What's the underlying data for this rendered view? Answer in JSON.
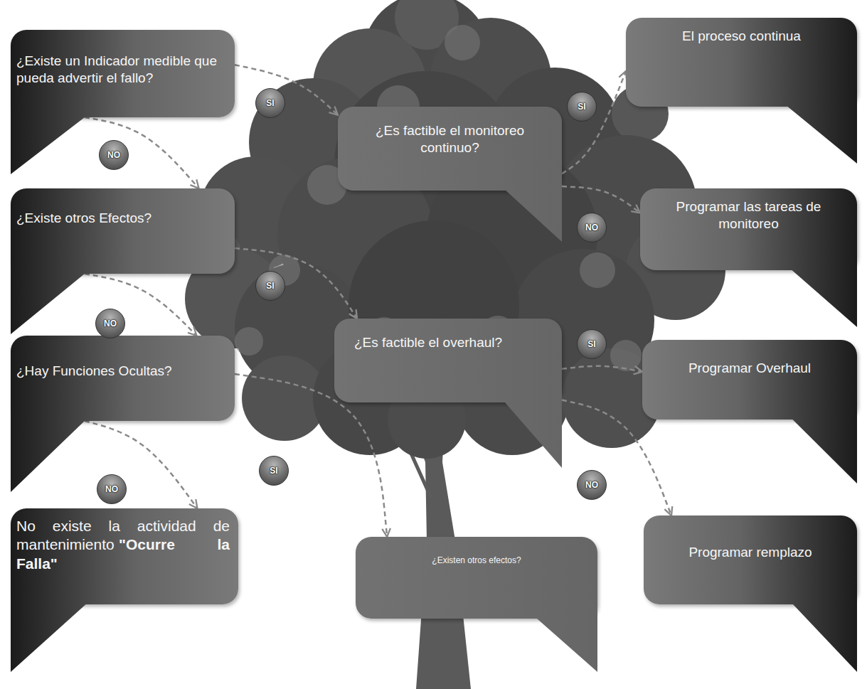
{
  "diagram": {
    "nodes": [
      {
        "text": [
          "¿Existe un Indicador medible que pueda advertir el fallo?"
        ]
      },
      {
        "text": [
          "¿Es factible el monitoreo continuo?"
        ]
      },
      {
        "text": [
          "El proceso continua"
        ]
      },
      {
        "text": [
          "¿Existe otros Efectos?"
        ]
      },
      {
        "text": [
          "Programar las tareas de monitoreo"
        ]
      },
      {
        "text": [
          "¿Hay Funciones Ocultas?"
        ]
      },
      {
        "text": [
          "¿Es factible el overhaul?"
        ]
      },
      {
        "text": [
          "Programar Overhaul"
        ]
      },
      {
        "text": [
          "No existe la actividad de mantenimiento",
          "\"Ocurre la Falla\""
        ]
      },
      {
        "text": [
          "¿Existen otros efectos?"
        ]
      },
      {
        "text": [
          "Programar remplazo"
        ]
      }
    ],
    "edges": [
      {
        "from": 0,
        "to": 1,
        "label": "SI",
        "arrow": "to"
      },
      {
        "from": 0,
        "to": 3,
        "label": "NO",
        "arrow": "to"
      },
      {
        "from": 1,
        "to": 2,
        "label": "SI",
        "arrow": "to"
      },
      {
        "from": 1,
        "to": 4,
        "label": "NO",
        "arrow": "to"
      },
      {
        "from": 3,
        "to": 6,
        "label": "SI",
        "arrow": "to"
      },
      {
        "from": 3,
        "to": 5,
        "label": "NO",
        "arrow": "to"
      },
      {
        "from": 6,
        "to": 7,
        "label": "SI",
        "arrow": "to"
      },
      {
        "from": 6,
        "to": 10,
        "label": "NO",
        "arrow": "to"
      },
      {
        "from": 5,
        "to": 9,
        "label": "SI",
        "arrow": "to"
      },
      {
        "from": 5,
        "to": 8,
        "label": "NO",
        "arrow": "to"
      }
    ]
  }
}
